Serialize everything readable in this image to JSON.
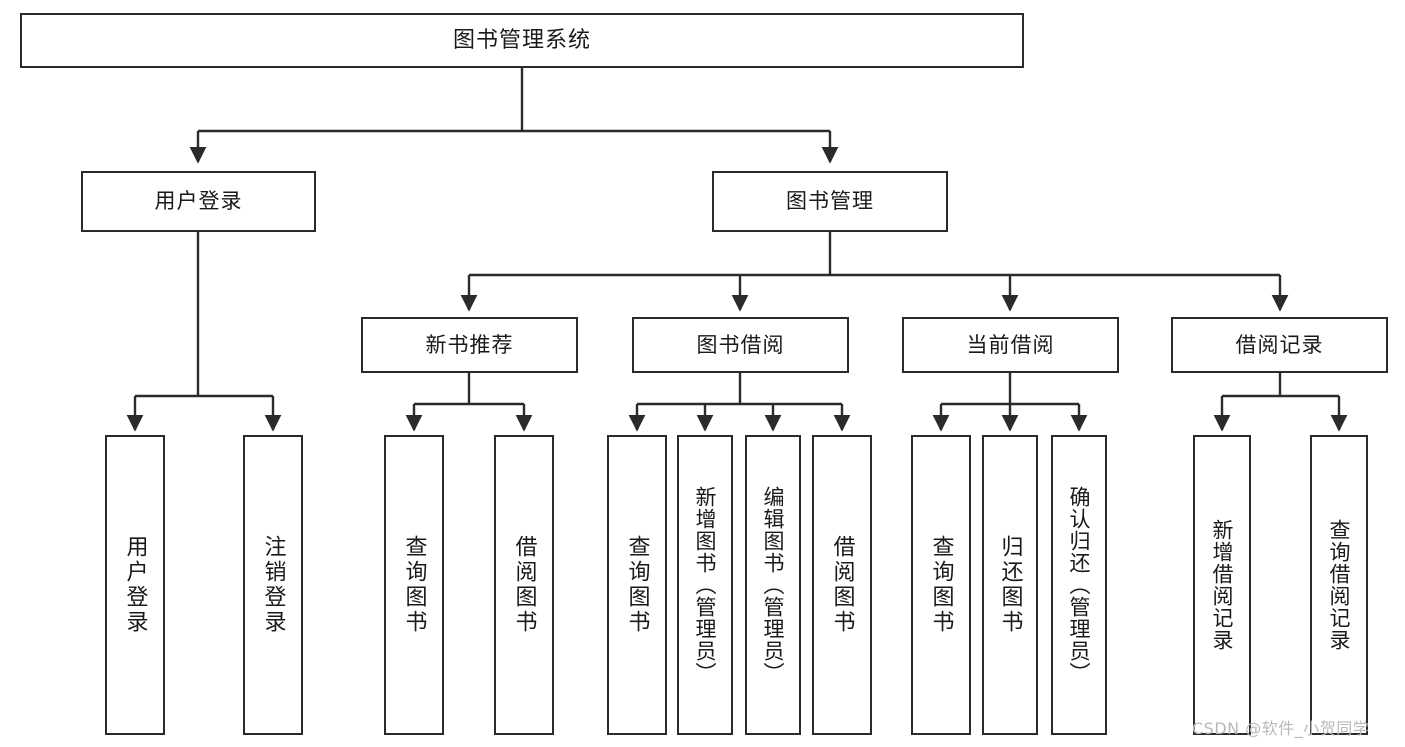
{
  "diagram": {
    "title": "图书管理系统",
    "type": "tree",
    "orientation": "top-down",
    "line_color": "#2b2b2b",
    "box_fill": "#ffffff",
    "text_color": "#1a1a1a",
    "watermark": "CSDN @软件_小贺同学"
  },
  "nodes": {
    "root": {
      "label": "图书管理系统",
      "level": 1
    },
    "user_login": {
      "label": "用户登录",
      "level": 2
    },
    "book_manage": {
      "label": "图书管理",
      "level": 2
    },
    "new_book_rec": {
      "label": "新书推荐",
      "level": 3
    },
    "book_borrow": {
      "label": "图书借阅",
      "level": 3
    },
    "current_borrow": {
      "label": "当前借阅",
      "level": 3
    },
    "borrow_record": {
      "label": "借阅记录",
      "level": 3
    },
    "leaf_user_login": {
      "label": "用户登录",
      "level": 4
    },
    "leaf_logout": {
      "label": "注销登录",
      "level": 4
    },
    "leaf_query_book_a": {
      "label": "查询图书",
      "level": 4
    },
    "leaf_borrow_book_a": {
      "label": "借阅图书",
      "level": 4
    },
    "leaf_query_book_b": {
      "label": "查询图书",
      "level": 4
    },
    "leaf_add_book": {
      "label": "新增图书（管理员）",
      "level": 4
    },
    "leaf_edit_book": {
      "label": "编辑图书（管理员）",
      "level": 4
    },
    "leaf_borrow_book_b": {
      "label": "借阅图书",
      "level": 4
    },
    "leaf_query_book_c": {
      "label": "查询图书",
      "level": 4
    },
    "leaf_return_book": {
      "label": "归还图书",
      "level": 4
    },
    "leaf_confirm_return": {
      "label": "确认归还（管理员）",
      "level": 4
    },
    "leaf_add_record": {
      "label": "新增借阅记录",
      "level": 4
    },
    "leaf_query_record": {
      "label": "查询借阅记录",
      "level": 4
    }
  },
  "edges": [
    {
      "from": "root",
      "to": "user_login"
    },
    {
      "from": "root",
      "to": "book_manage"
    },
    {
      "from": "user_login",
      "to": "leaf_user_login"
    },
    {
      "from": "user_login",
      "to": "leaf_logout"
    },
    {
      "from": "book_manage",
      "to": "new_book_rec"
    },
    {
      "from": "book_manage",
      "to": "book_borrow"
    },
    {
      "from": "book_manage",
      "to": "current_borrow"
    },
    {
      "from": "book_manage",
      "to": "borrow_record"
    },
    {
      "from": "new_book_rec",
      "to": "leaf_query_book_a"
    },
    {
      "from": "new_book_rec",
      "to": "leaf_borrow_book_a"
    },
    {
      "from": "book_borrow",
      "to": "leaf_query_book_b"
    },
    {
      "from": "book_borrow",
      "to": "leaf_add_book"
    },
    {
      "from": "book_borrow",
      "to": "leaf_edit_book"
    },
    {
      "from": "book_borrow",
      "to": "leaf_borrow_book_b"
    },
    {
      "from": "current_borrow",
      "to": "leaf_query_book_c"
    },
    {
      "from": "current_borrow",
      "to": "leaf_return_book"
    },
    {
      "from": "current_borrow",
      "to": "leaf_confirm_return"
    },
    {
      "from": "borrow_record",
      "to": "leaf_add_record"
    },
    {
      "from": "borrow_record",
      "to": "leaf_query_record"
    }
  ]
}
